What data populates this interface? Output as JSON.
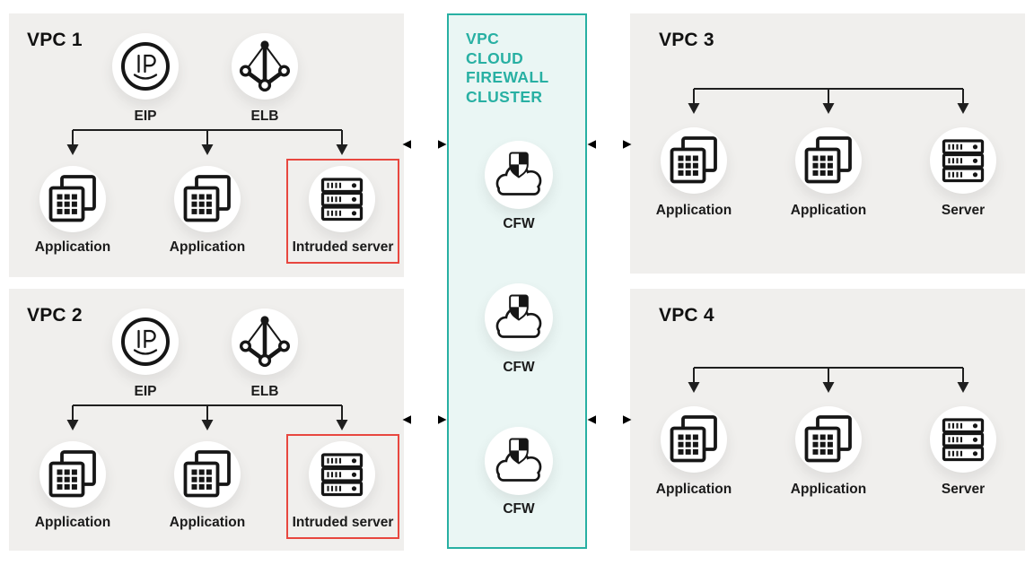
{
  "colors": {
    "teal_accent": "#28B0A3",
    "teal_panel_bg": "#EAF6F4",
    "vpc_panel_bg": "#F0EFED",
    "alert_red": "#E8473F",
    "ink": "#1B1B1B"
  },
  "vpc1": {
    "title": "VPC 1",
    "gateways": [
      {
        "icon": "eip-icon",
        "label": "EIP"
      },
      {
        "icon": "elb-icon",
        "label": "ELB"
      }
    ],
    "nodes": [
      {
        "icon": "application-icon",
        "label": "Application"
      },
      {
        "icon": "application-icon",
        "label": "Application"
      },
      {
        "icon": "server-icon",
        "label": "Intruded server",
        "intruded": true
      }
    ]
  },
  "vpc2": {
    "title": "VPC 2",
    "gateways": [
      {
        "icon": "eip-icon",
        "label": "EIP"
      },
      {
        "icon": "elb-icon",
        "label": "ELB"
      }
    ],
    "nodes": [
      {
        "icon": "application-icon",
        "label": "Application"
      },
      {
        "icon": "application-icon",
        "label": "Application"
      },
      {
        "icon": "server-icon",
        "label": "Intruded server",
        "intruded": true
      }
    ]
  },
  "vpc3": {
    "title": "VPC 3",
    "nodes": [
      {
        "icon": "application-icon",
        "label": "Application"
      },
      {
        "icon": "application-icon",
        "label": "Application"
      },
      {
        "icon": "server-icon",
        "label": "Server"
      }
    ]
  },
  "vpc4": {
    "title": "VPC 4",
    "nodes": [
      {
        "icon": "application-icon",
        "label": "Application"
      },
      {
        "icon": "application-icon",
        "label": "Application"
      },
      {
        "icon": "server-icon",
        "label": "Server"
      }
    ]
  },
  "firewall_cluster": {
    "title_lines": [
      "VPC",
      "CLOUD",
      "FIREWALL",
      "CLUSTER"
    ],
    "nodes": [
      {
        "icon": "cfw-icon",
        "label": "CFW"
      },
      {
        "icon": "cfw-icon",
        "label": "CFW"
      },
      {
        "icon": "cfw-icon",
        "label": "CFW"
      }
    ]
  }
}
